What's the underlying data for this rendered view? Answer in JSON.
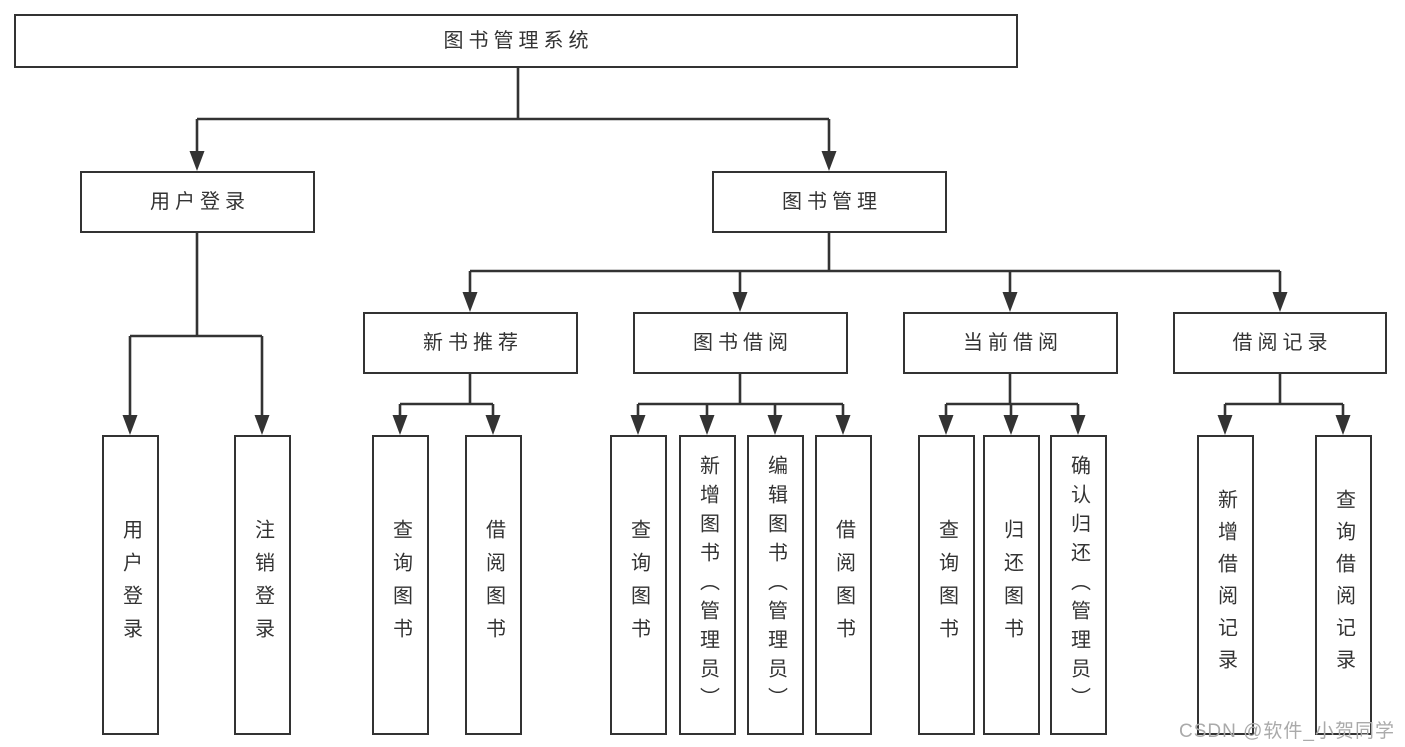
{
  "diagram": {
    "title": "图书管理系统",
    "branches": {
      "user_login": {
        "label": "用户登录",
        "children": [
          {
            "label": "用户登录"
          },
          {
            "label": "注销登录"
          }
        ]
      },
      "book_management": {
        "label": "图书管理",
        "sections": [
          {
            "label": "新书推荐",
            "children": [
              {
                "label": "查询图书"
              },
              {
                "label": "借阅图书"
              }
            ]
          },
          {
            "label": "图书借阅",
            "children": [
              {
                "label": "查询图书"
              },
              {
                "label": "新增图书（管理员）"
              },
              {
                "label": "编辑图书（管理员）"
              },
              {
                "label": "借阅图书"
              }
            ]
          },
          {
            "label": "当前借阅",
            "children": [
              {
                "label": "查询图书"
              },
              {
                "label": "归还图书"
              },
              {
                "label": "确认归还（管理员）"
              }
            ]
          },
          {
            "label": "借阅记录",
            "children": [
              {
                "label": "新增借阅记录"
              },
              {
                "label": "查询借阅记录"
              }
            ]
          }
        ]
      }
    }
  },
  "watermark": {
    "text": "CSDN @软件_小贺同学"
  },
  "colors": {
    "line": "#333333",
    "text": "#333333",
    "box_background": "#ffffff",
    "page_background": "#ffffff",
    "watermark": "#aaaaaa"
  }
}
